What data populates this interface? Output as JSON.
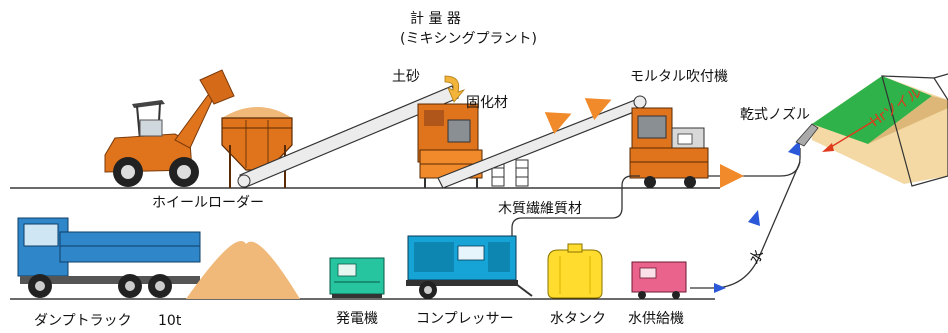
{
  "plant": {
    "title": "計 量 器",
    "subtitle": "(ミキシングプラント)"
  },
  "labels": {
    "soil": "土砂",
    "solidifier": "固化材",
    "mortar_sprayer": "モルタル吹付機",
    "dry_nozzle": "乾式ノズル",
    "hr_soil": "Hrソイル",
    "wheel_loader": "ホイールローダー",
    "wood_fiber": "木質繊維質材",
    "water": "水",
    "dump_truck": "ダンプトラック",
    "dump_truck_size": "10t",
    "generator": "発電機",
    "compressor": "コンプレッサー",
    "water_tank": "水タンク",
    "water_supply": "水供給機"
  },
  "colors": {
    "loader_orange": "#e0741c",
    "sand": "#f0b979",
    "plant_orange": "#e0741c",
    "truck_blue": "#2f86c9",
    "generator_green": "#27c4a0",
    "compressor_blue": "#16a3d6",
    "tank_yellow": "#ffdc2e",
    "supply_pink": "#e9638c",
    "slope_green": "#2fb24a",
    "slope_sand": "#f4d9a5",
    "flow_orange": "#f08a2a",
    "flow_blue": "#2a58d8"
  }
}
